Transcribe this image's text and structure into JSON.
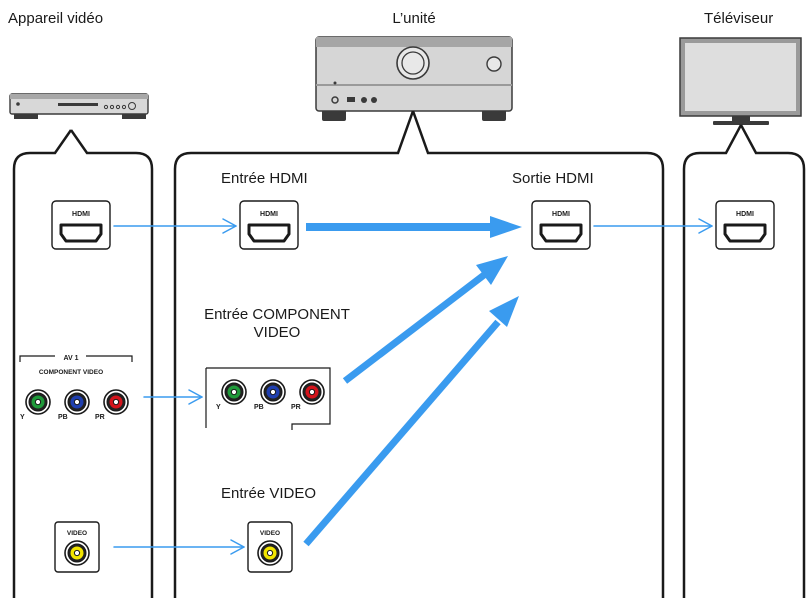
{
  "headers": {
    "source": "Appareil vidéo",
    "unit": "L’unité",
    "tv": "Téléviseur"
  },
  "labels": {
    "hdmi_in": "Entrée HDMI",
    "hdmi_out": "Sortie HDMI",
    "component_in_line1": "Entrée COMPONENT",
    "component_in_line2": "VIDEO",
    "video_in": "Entrée VIDEO"
  },
  "jacks": {
    "hdmi": "HDMI",
    "video": "VIDEO",
    "av1": "AV 1",
    "component_video": "COMPONENT VIDEO",
    "y": "Y",
    "pb": "PB",
    "pr": "PR"
  },
  "colors": {
    "arrow": "#3a9bef",
    "outline": "#1a1a1a",
    "jack_green": "#1f9a3a",
    "jack_blue": "#1f3fb0",
    "jack_red": "#d4141c",
    "jack_yellow": "#f2e500"
  }
}
